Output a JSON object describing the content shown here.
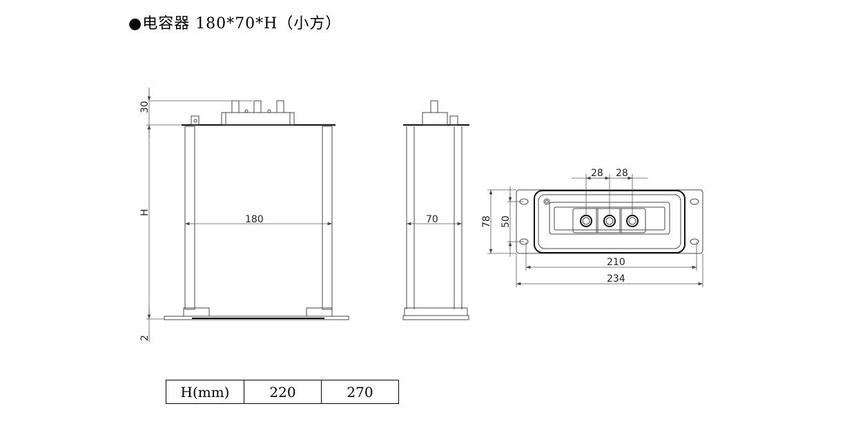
{
  "title": "●电容器 180*70*H（小方）",
  "front_view": {
    "height_top_dim": "30",
    "height_dim": "H",
    "base_dim": "2",
    "width_dim": "180"
  },
  "side_view": {
    "depth_dim": "70"
  },
  "top_view": {
    "terminal_pitch_1": "28",
    "terminal_pitch_2": "28",
    "outer_height": "78",
    "hole_spacing_vertical": "50",
    "hole_spacing_horizontal": "210",
    "overall_width": "234"
  },
  "table": {
    "header": "H(mm)",
    "values": [
      "220",
      "270"
    ]
  }
}
